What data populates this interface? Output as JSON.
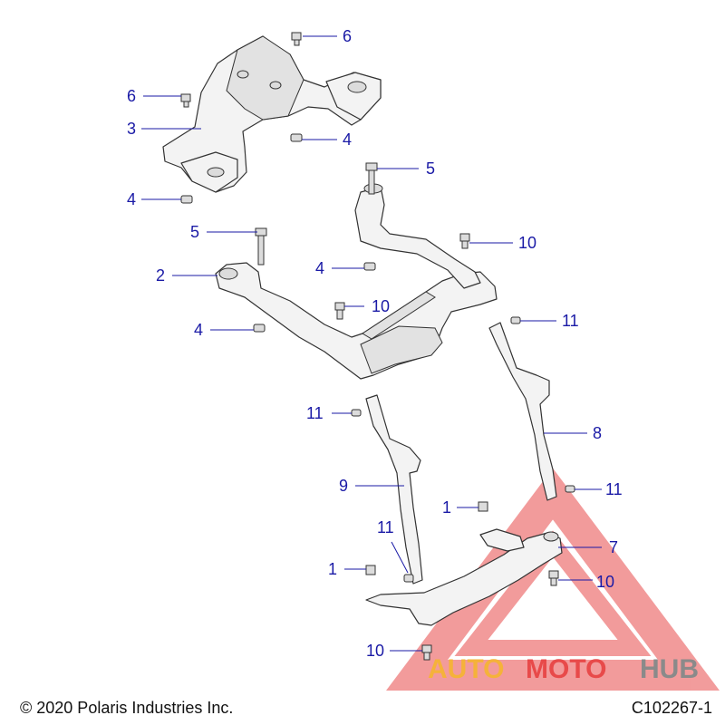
{
  "callouts": [
    "1",
    "2",
    "3",
    "4",
    "5",
    "6",
    "7",
    "8",
    "9",
    "10",
    "11"
  ],
  "labels": {
    "c6a": "6",
    "c6b": "6",
    "c3": "3",
    "c4a": "4",
    "c4b": "4",
    "c5a": "5",
    "c5b": "5",
    "c10a": "10",
    "c2": "2",
    "c4c": "4",
    "c10b": "10",
    "c4d": "4",
    "c11a": "11",
    "c11b": "11",
    "c8": "8",
    "c9": "9",
    "c1a": "1",
    "c11c": "11",
    "c11d": "11",
    "c7": "7",
    "c1b": "1",
    "c10c": "10",
    "c10d": "10"
  },
  "footer": {
    "copyright": "© 2020 Polaris Industries Inc.",
    "figure_id": "C102267-1"
  },
  "watermark": {
    "part1": "AUTO",
    "part2": "MOTO",
    "part3": "HUB",
    "color_orange": "#f5b23a",
    "color_red": "#e84a4a",
    "color_gray": "#8a8a8a"
  },
  "colors": {
    "callout": "#1a1aa6",
    "line_art": "#333333"
  }
}
